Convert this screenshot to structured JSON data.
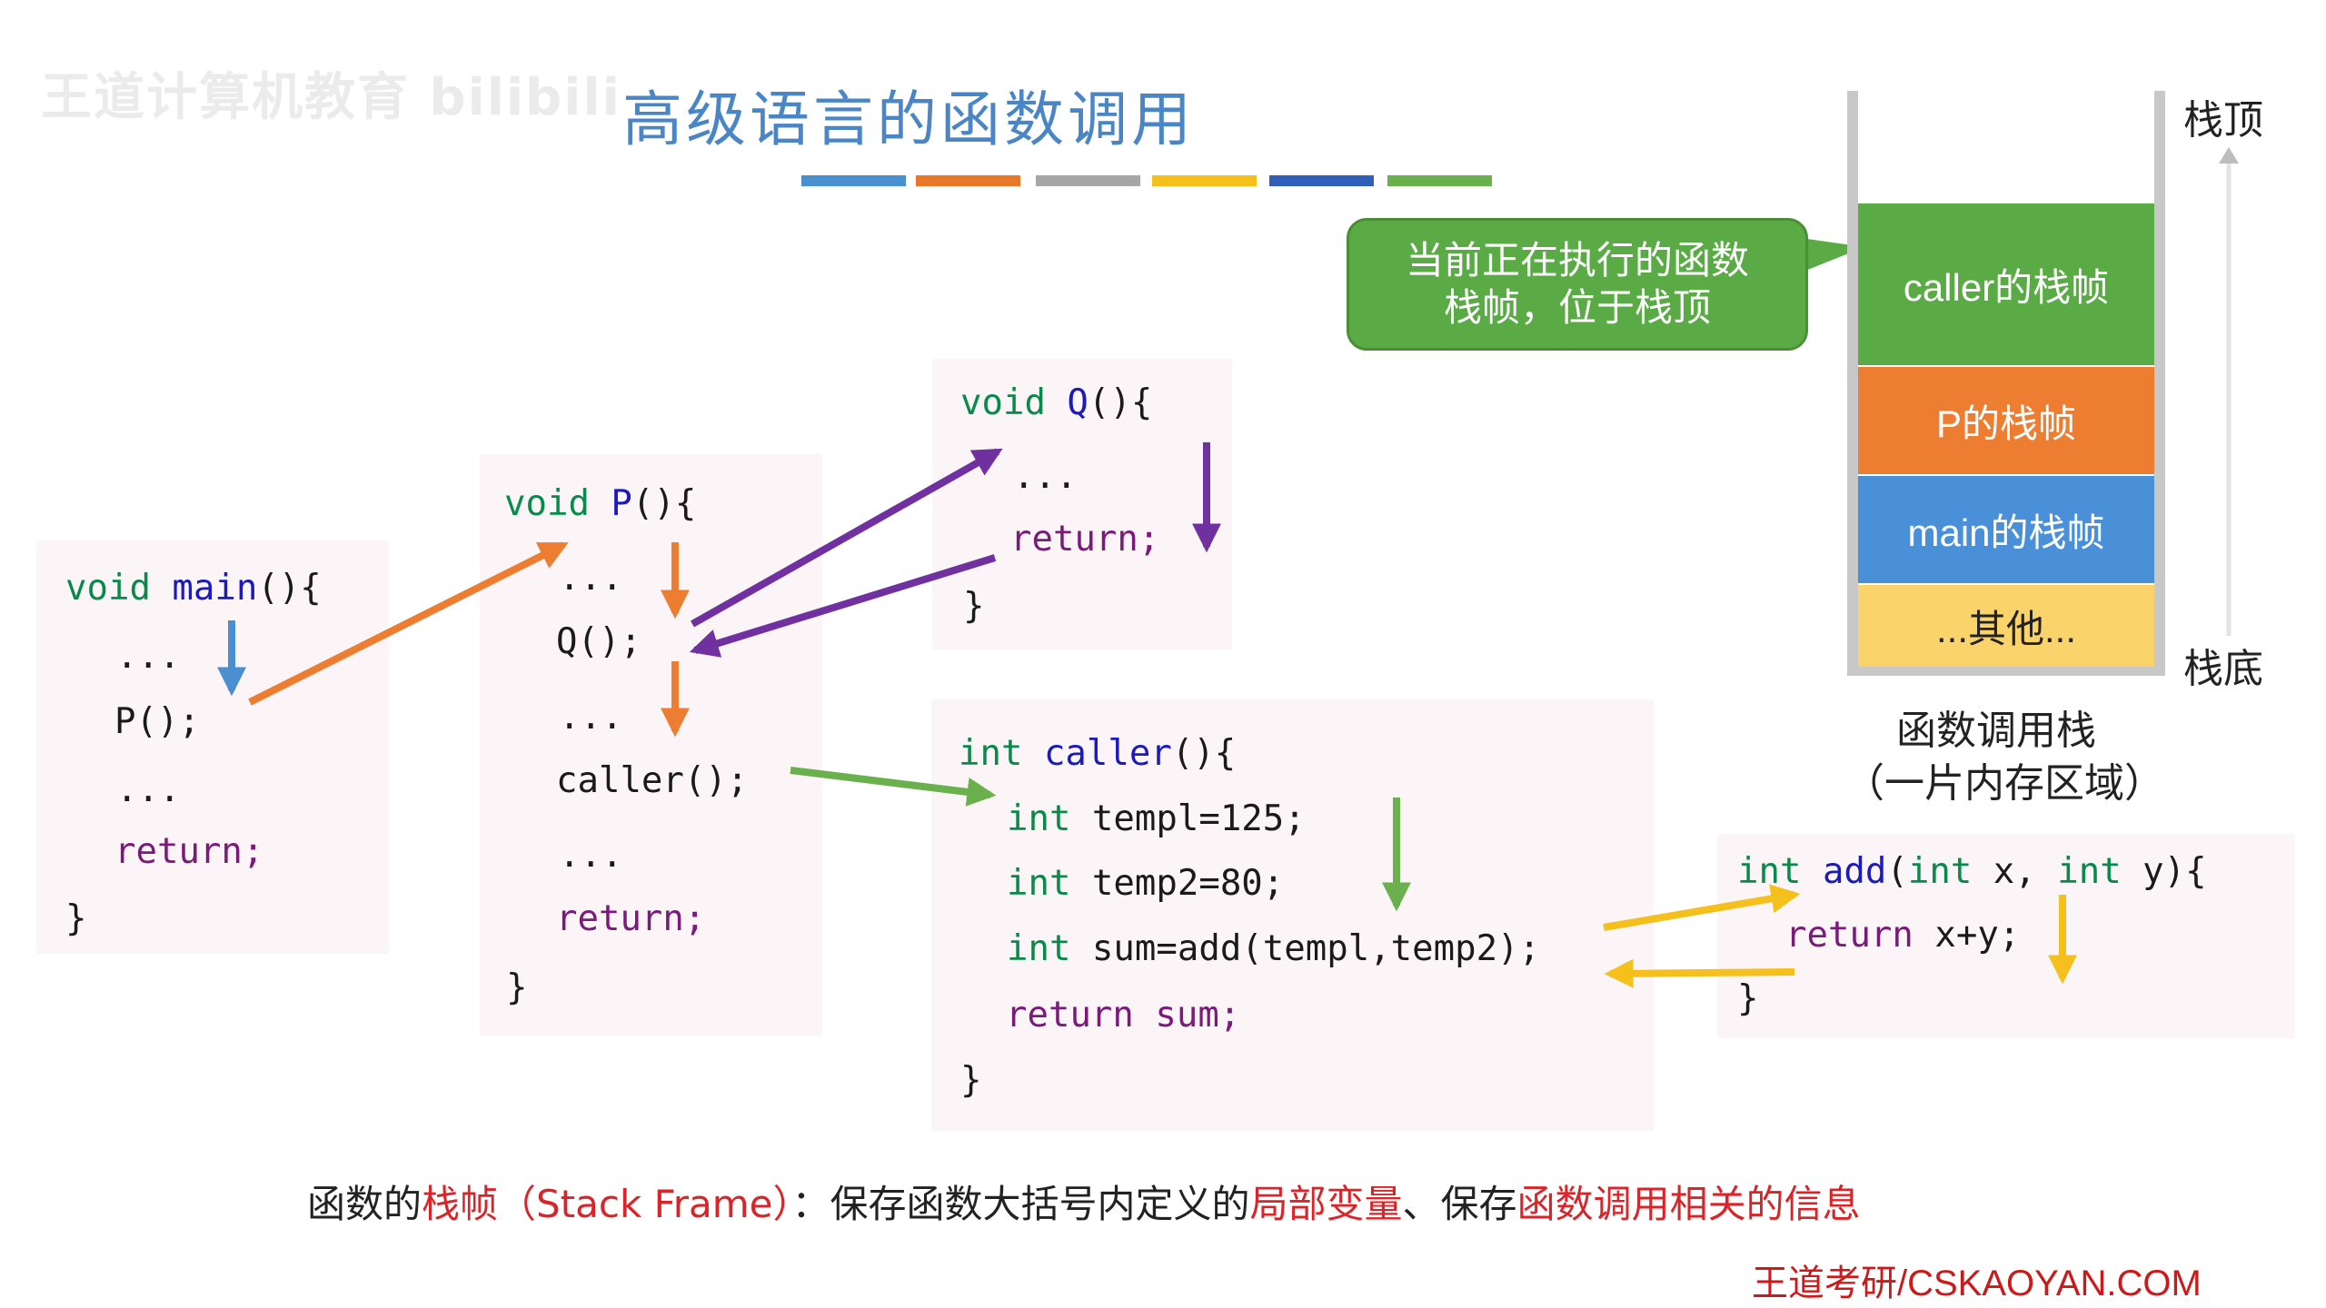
{
  "watermark": "王道计算机教育 bilibili",
  "title": "高级语言的函数调用",
  "title_bar_colors": [
    "#4a8fd0",
    "#e8782a",
    "#a6a6a6",
    "#f5bf1c",
    "#2f5fb8",
    "#6ab04c"
  ],
  "code": {
    "main": [
      "void main(){",
      "...",
      "P();",
      "...",
      "return;",
      "}"
    ],
    "p": [
      "void P(){",
      "...",
      "Q();",
      "...",
      "caller();",
      "...",
      "return;",
      "}"
    ],
    "q": [
      "void Q(){",
      "...",
      "return;",
      "}"
    ],
    "caller": [
      "int caller(){",
      "int templ=125;",
      "int temp2=80;",
      "int sum=add(templ,temp2);",
      "return sum;",
      "}"
    ],
    "add": [
      "int add(int x, int y){",
      "return x+y;",
      "}"
    ]
  },
  "stack": {
    "frames": [
      {
        "label": "caller的栈帧",
        "color": "#5aaa45"
      },
      {
        "label": "P的栈帧",
        "color": "#ed7d31"
      },
      {
        "label": "main的栈帧",
        "color": "#4a90d9"
      },
      {
        "label": "...其他...",
        "color": "#fbd36b"
      }
    ],
    "top_label": "栈顶",
    "bottom_label": "栈底",
    "caption_line1": "函数调用栈",
    "caption_line2": "（一片内存区域）"
  },
  "callout": {
    "line1": "当前正在执行的函数",
    "line2": "栈帧，位于栈顶"
  },
  "note": {
    "part1": "函数的",
    "part2": "栈帧（Stack Frame）",
    "part3": "：保存函数大括号内定义的",
    "part4": "局部变量",
    "part5": "、保存",
    "part6": "函数调用相关的信息"
  },
  "brand": "王道考研/CSKAOYAN.COM",
  "arrow_colors": {
    "blue": "#4a8fd0",
    "orange": "#ed7d31",
    "purple": "#7030a0",
    "green": "#6ab04c",
    "yellow": "#f5bf1c"
  },
  "icons": [
    "bilibili-logo"
  ]
}
